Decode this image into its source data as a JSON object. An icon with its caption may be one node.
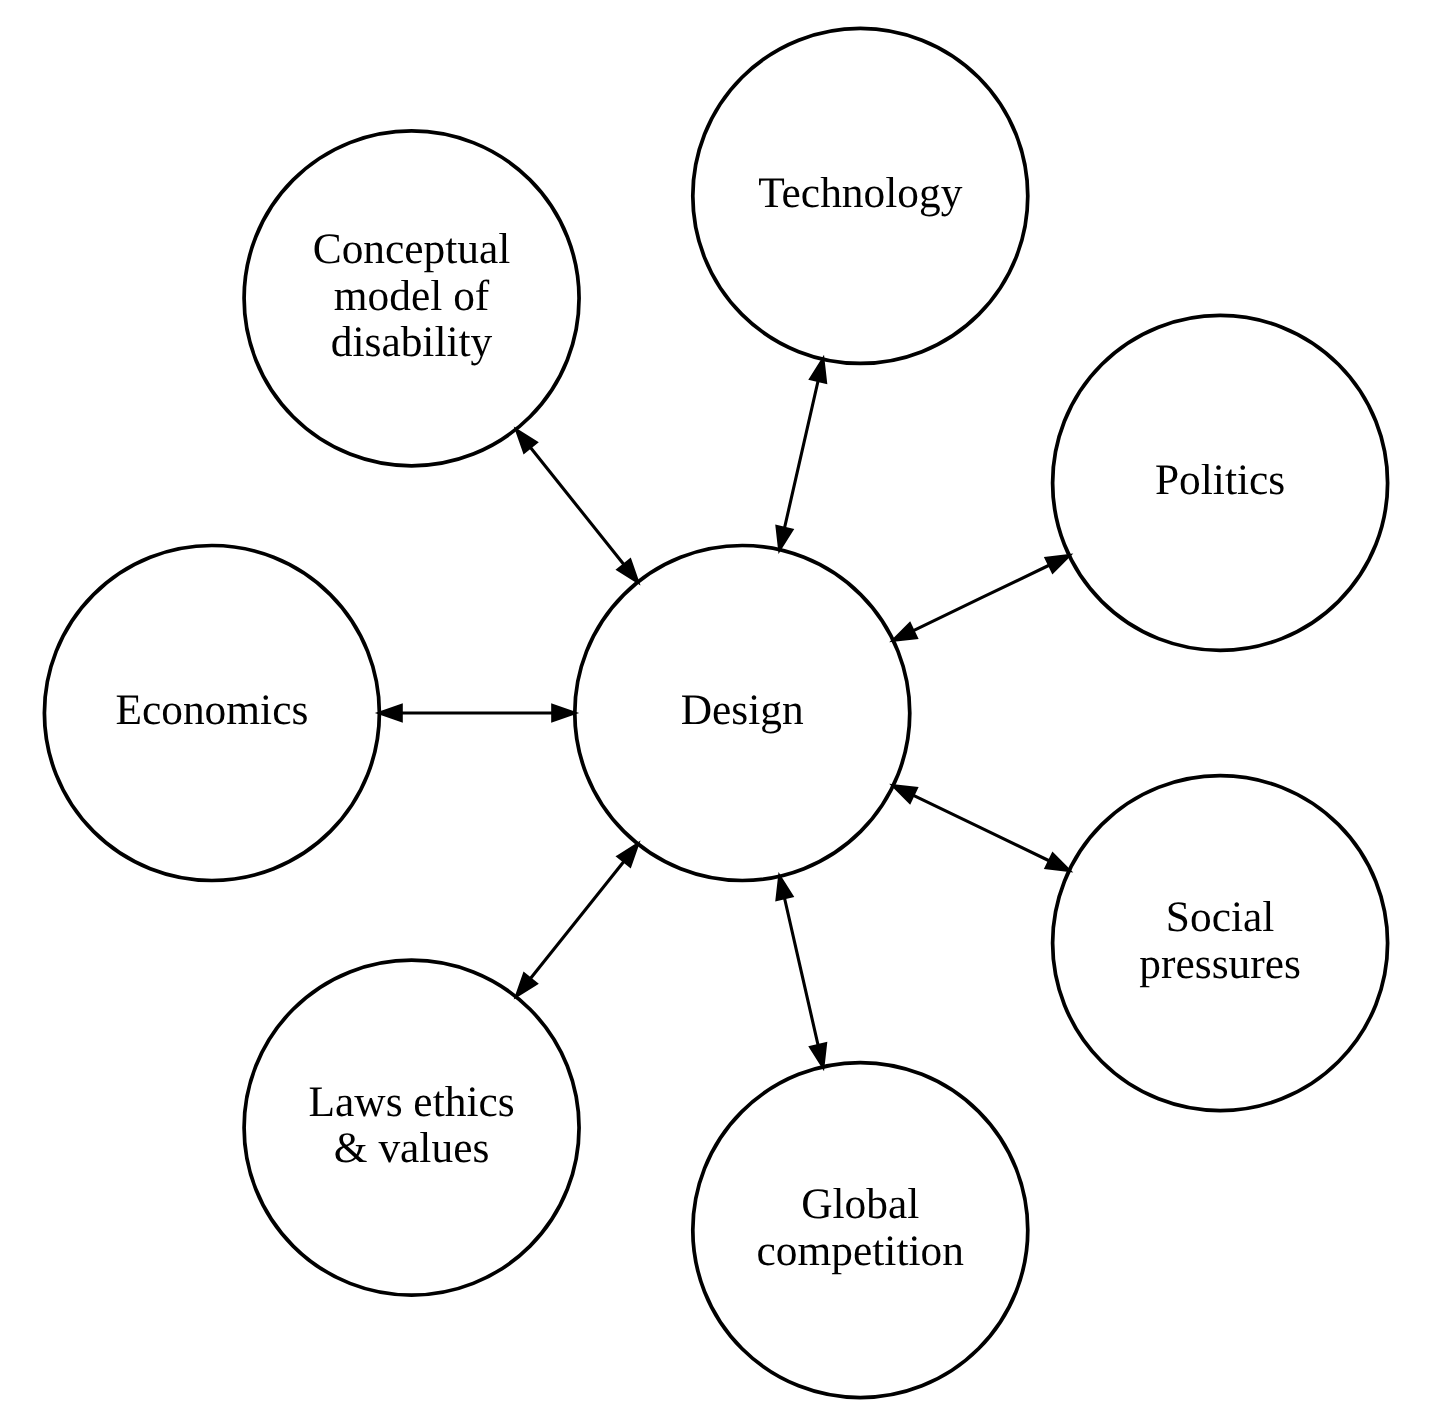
{
  "diagram": {
    "nodes": [
      {
        "text": [
          "Politics"
        ]
      },
      {
        "text": [
          "Technology"
        ]
      },
      {
        "text": [
          "Conceptual model of disability"
        ]
      },
      {
        "text": [
          "Design"
        ]
      },
      {
        "text": [
          "Economics"
        ]
      },
      {
        "text": [
          "Laws ethics & values"
        ]
      },
      {
        "text": [
          "Global competition"
        ]
      },
      {
        "text": [
          "Social pressures"
        ]
      }
    ],
    "edges": [
      {
        "from": 3,
        "to": 0,
        "arrow": "both"
      },
      {
        "from": 3,
        "to": 2,
        "arrow": "both"
      },
      {
        "from": 3,
        "to": 5,
        "arrow": "both"
      },
      {
        "from": 3,
        "to": 7,
        "arrow": "both"
      },
      {
        "from": 3,
        "to": 6,
        "arrow": "both"
      },
      {
        "from": 3,
        "to": 4,
        "arrow": "both"
      },
      {
        "from": 3,
        "to": 1,
        "arrow": "both"
      }
    ]
  }
}
